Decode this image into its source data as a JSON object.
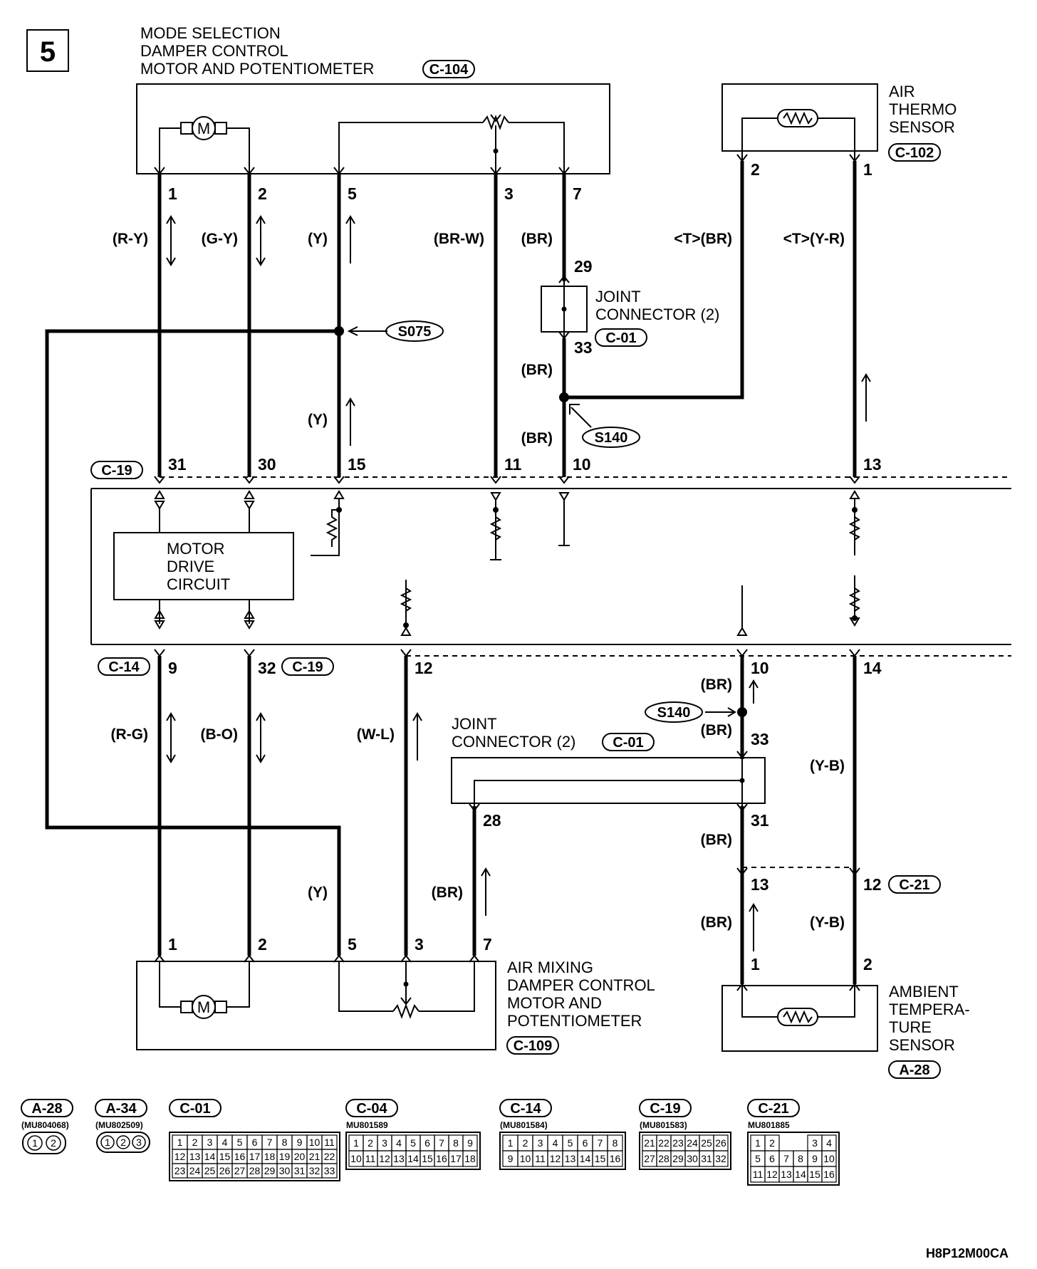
{
  "section_number": "5",
  "drawing_code": "H8P12M00CA",
  "components": {
    "mode_damper": {
      "title_lines": [
        "MODE SELECTION",
        "DAMPER CONTROL",
        "MOTOR AND POTENTIOMETER"
      ],
      "connector": "C-104"
    },
    "air_thermo": {
      "title_lines": [
        "AIR",
        "THERMO",
        "SENSOR"
      ],
      "connector": "C-102"
    },
    "air_mixing": {
      "title_lines": [
        "AIR MIXING",
        "DAMPER CONTROL",
        "MOTOR AND",
        "POTENTIOMETER"
      ],
      "connector": "C-109"
    },
    "ambient": {
      "title_lines": [
        "AMBIENT",
        "TEMPERA-",
        "TURE",
        "SENSOR"
      ],
      "connector": "A-28"
    },
    "joint_top": {
      "title_lines": [
        "JOINT",
        "CONNECTOR (2)"
      ],
      "connector": "C-01"
    },
    "joint_bottom": {
      "title_lines": [
        "JOINT",
        "CONNECTOR (2)"
      ],
      "connector": "C-01"
    },
    "motor_drive": {
      "title_lines": [
        "MOTOR",
        "DRIVE",
        "CIRCUIT"
      ]
    }
  },
  "motor_symbol": "M",
  "splices": {
    "s075": "S075",
    "s140_top": "S140",
    "s140_bottom": "S140"
  },
  "ecu_connectors": {
    "top_left": "C-19",
    "bottom_left": "C-14",
    "bottom_mid": "C-19",
    "bottom_right": "C-21"
  },
  "pins": {
    "mode_damper": [
      "1",
      "2",
      "5",
      "3",
      "7"
    ],
    "air_thermo": [
      "2",
      "1"
    ],
    "joint_top": [
      "29",
      "33"
    ],
    "ecu_top": [
      "31",
      "30",
      "15",
      "11",
      "10",
      "13"
    ],
    "ecu_bottom": [
      "9",
      "32",
      "12",
      "10",
      "14"
    ],
    "joint_bottom": [
      "33",
      "28",
      "31"
    ],
    "c21": [
      "13",
      "12"
    ],
    "air_mixing": [
      "1",
      "2",
      "5",
      "3",
      "7"
    ],
    "ambient": [
      "1",
      "2"
    ]
  },
  "wire_colors": {
    "top": [
      "(R-Y)",
      "(G-Y)",
      "(Y)",
      "(BR-W)",
      "(BR)",
      "<T>(BR)",
      "<T>(Y-R)"
    ],
    "mid": [
      "(BR)",
      "(Y)",
      "(BR)"
    ],
    "bottom": [
      "(R-G)",
      "(B-O)",
      "(W-L)",
      "(BR)",
      "(BR)",
      "(Y-B)",
      "(BR)",
      "(Y)",
      "(BR)",
      "(BR)",
      "(Y-B)"
    ]
  },
  "connector_views": [
    {
      "code": "A-28",
      "part": "(MU804068)",
      "rows": [
        [
          "1",
          "2"
        ]
      ]
    },
    {
      "code": "A-34",
      "part": "(MU802509)",
      "rows": [
        [
          "1",
          "2",
          "3"
        ]
      ]
    },
    {
      "code": "C-01",
      "part": "",
      "rows": [
        [
          "1",
          "2",
          "3",
          "4",
          "5",
          "6",
          "7",
          "8",
          "9",
          "10",
          "11"
        ],
        [
          "12",
          "13",
          "14",
          "15",
          "16",
          "17",
          "18",
          "19",
          "20",
          "21",
          "22"
        ],
        [
          "23",
          "24",
          "25",
          "26",
          "27",
          "28",
          "29",
          "30",
          "31",
          "32",
          "33"
        ]
      ]
    },
    {
      "code": "C-04",
      "part": "MU801589",
      "rows": [
        [
          "1",
          "2",
          "3",
          "4",
          "5",
          "6",
          "7",
          "8",
          "9"
        ],
        [
          "10",
          "11",
          "12",
          "13",
          "14",
          "15",
          "16",
          "17",
          "18"
        ]
      ]
    },
    {
      "code": "C-14",
      "part": "(MU801584)",
      "rows": [
        [
          "1",
          "2",
          "3",
          "4",
          "5",
          "6",
          "7",
          "8"
        ],
        [
          "9",
          "10",
          "11",
          "12",
          "13",
          "14",
          "15",
          "16"
        ]
      ]
    },
    {
      "code": "C-19",
      "part": "(MU801583)",
      "rows": [
        [
          "21",
          "22",
          "23",
          "24",
          "25",
          "26"
        ],
        [
          "27",
          "28",
          "29",
          "30",
          "31",
          "32"
        ]
      ]
    },
    {
      "code": "C-21",
      "part": "MU801885",
      "rows": [
        [
          "1",
          "2",
          "",
          "",
          "3",
          "4"
        ],
        [
          "5",
          "6",
          "7",
          "8",
          "9",
          "10"
        ],
        [
          "11",
          "12",
          "13",
          "14",
          "15",
          "16"
        ]
      ]
    }
  ]
}
